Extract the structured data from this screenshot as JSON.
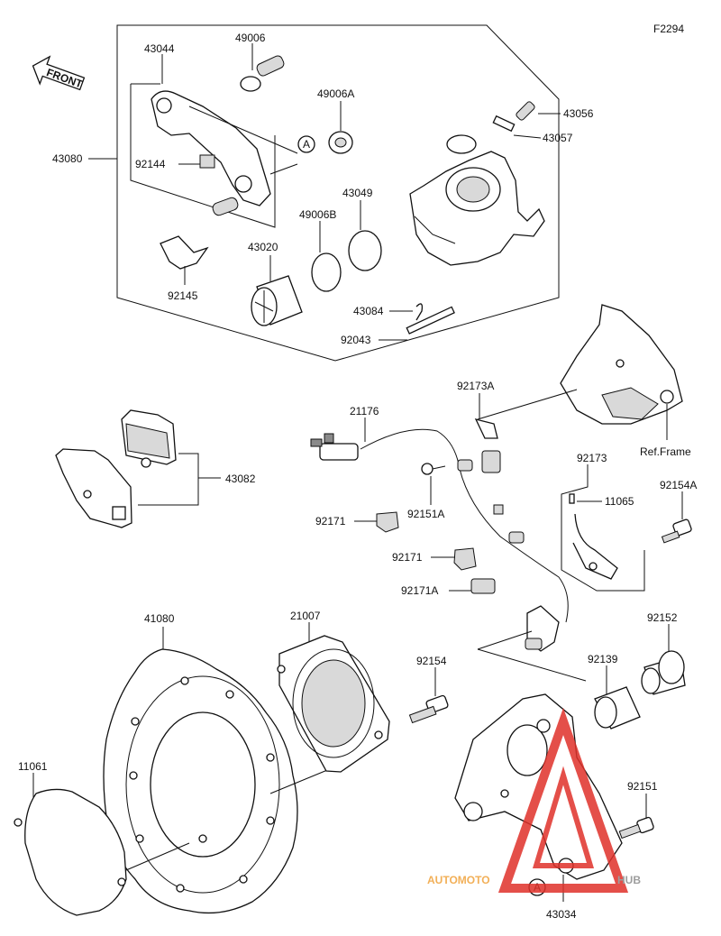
{
  "diagram": {
    "figure_code": "F2294",
    "front_label": "FRONT",
    "ref_frame_label": "Ref.Frame",
    "callout_letter": "A",
    "watermark": {
      "brand_part_a": "AUTOMOTO",
      "brand_part_b": "HUB"
    },
    "part_labels": {
      "p43044": "43044",
      "p49006": "49006",
      "p49006A": "49006A",
      "p43056": "43056",
      "p43057": "43057",
      "p43080": "43080",
      "p92144": "92144",
      "p43049": "43049",
      "p49006B": "49006B",
      "p43020": "43020",
      "p92145": "92145",
      "p43084": "43084",
      "p92043": "92043",
      "p92173A": "92173A",
      "p21176": "21176",
      "p92151A": "92151A",
      "p43082": "43082",
      "p92173": "92173",
      "p11065": "11065",
      "p92154A": "92154A",
      "p92171a": "92171",
      "p92171b": "92171",
      "p92171A": "92171A",
      "p41080": "41080",
      "p21007": "21007",
      "p92154": "92154",
      "p92152": "92152",
      "p92139": "92139",
      "p11061": "11061",
      "p92151": "92151",
      "p43034": "43034"
    }
  }
}
